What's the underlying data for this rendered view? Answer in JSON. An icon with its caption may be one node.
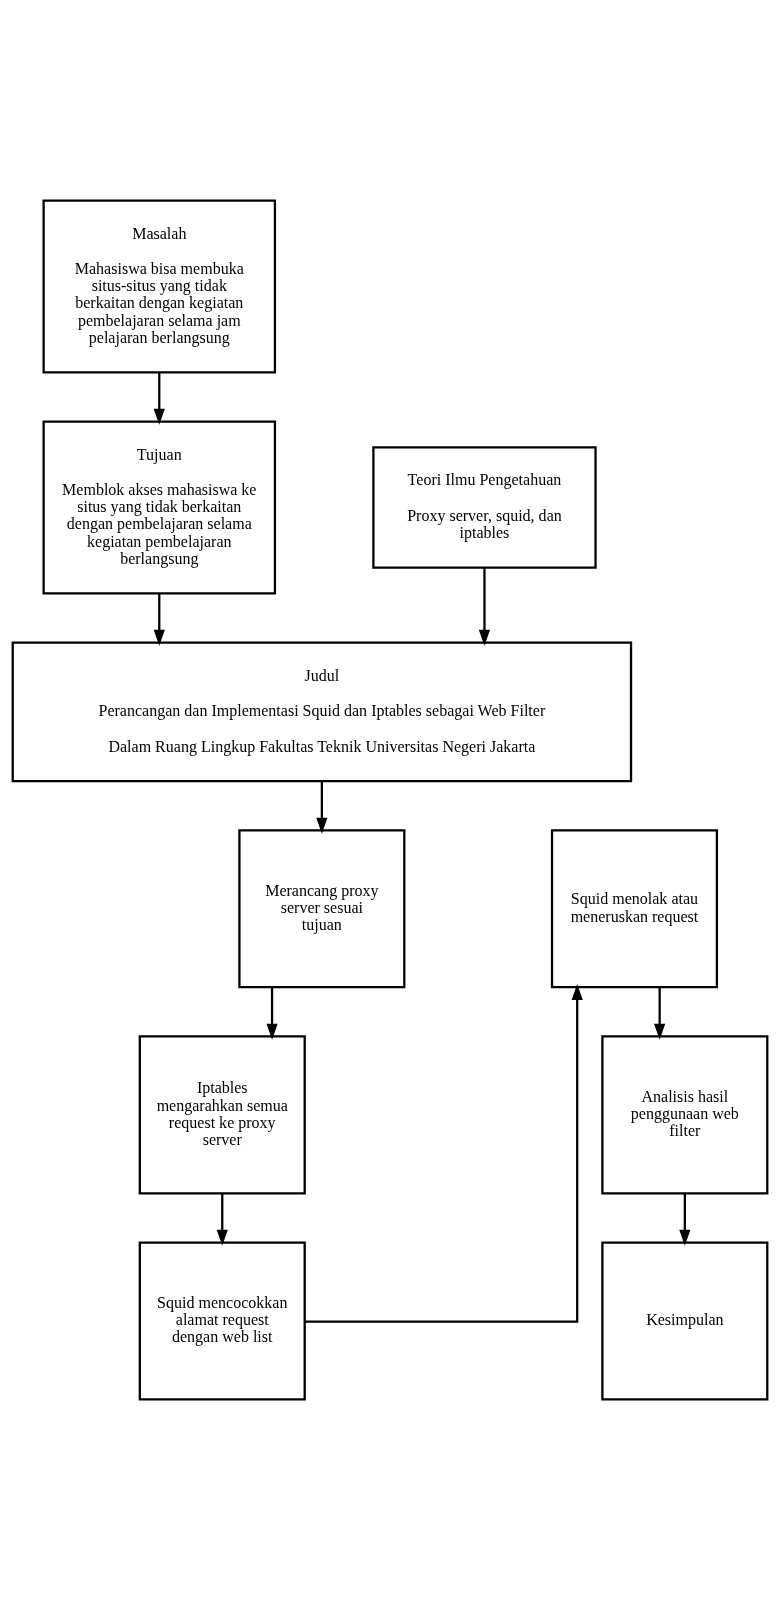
{
  "diagram": {
    "nodes": [
      {
        "text": [
          "Masalah",
          "Mahasiswa bisa membuka situs-situs yang tidak berkaitan dengan kegiatan pembelajaran selama jam pelajaran berlangsung"
        ]
      },
      {
        "text": [
          "Tujuan",
          "Memblok akses mahasiswa ke situs yang tidak berkaitan dengan pembelajaran selama kegiatan pembelajaran berlangsung"
        ]
      },
      {
        "text": [
          "Teori Ilmu Pengetahuan",
          "Proxy server, squid, dan iptables"
        ]
      },
      {
        "text": [
          "Judul",
          "Perancangan dan Implementasi Squid dan Iptables sebagai Web Filter",
          "Dalam Ruang Lingkup Fakultas Teknik Universitas Negeri Jakarta"
        ]
      },
      {
        "text": [
          "Merancang proxy server sesuai tujuan"
        ]
      },
      {
        "text": [
          "Iptables mengarahkan semua request ke proxy server"
        ]
      },
      {
        "text": [
          "Squid mencocokkan alamat request dengan web list"
        ]
      },
      {
        "text": [
          "Squid menolak atau meneruskan request"
        ]
      },
      {
        "text": [
          "Analisis hasil penggunaan web filter"
        ]
      },
      {
        "text": [
          "Kesimpulan"
        ]
      }
    ],
    "edges": [
      {
        "from": 0,
        "to": 1,
        "arrow": "to"
      },
      {
        "from": 1,
        "to": 3,
        "arrow": "to"
      },
      {
        "from": 2,
        "to": 3,
        "arrow": "to"
      },
      {
        "from": 3,
        "to": 4,
        "arrow": "to"
      },
      {
        "from": 4,
        "to": 5,
        "arrow": "to"
      },
      {
        "from": 5,
        "to": 6,
        "arrow": "to"
      },
      {
        "from": 6,
        "to": 7,
        "arrow": "to"
      },
      {
        "from": 7,
        "to": 8,
        "arrow": "to"
      },
      {
        "from": 8,
        "to": 9,
        "arrow": "to"
      }
    ]
  }
}
